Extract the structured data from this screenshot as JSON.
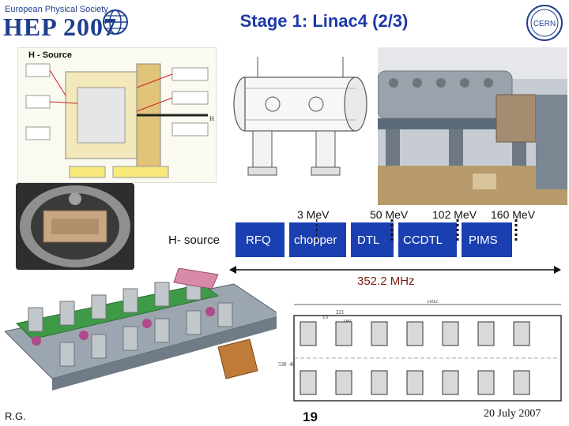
{
  "header": {
    "org_small": "European Physical Society",
    "conference": "HEP 2007",
    "title": "Stage 1: Linac4 (2/3)",
    "cern_logo": "CERN"
  },
  "schematic": {
    "source_label": "H - Source",
    "source_beam_label": "H"
  },
  "beamline": {
    "source_label": "H- source",
    "stages": [
      "RFQ",
      "chopper",
      "DTL",
      "CCDTL",
      "PIMS"
    ],
    "energies": [
      "3 MeV",
      "50 MeV",
      "102 MeV",
      "160 MeV"
    ],
    "frequency": "352.2 MHz",
    "colors": {
      "box": "#1a3fb0",
      "freq": "#7a1c14"
    }
  },
  "cavity": {
    "dim_top": "1692",
    "dim_a": "221",
    "dim_b": "15",
    "dim_c": "180",
    "dim_left": "530",
    "dim_left2": "40"
  },
  "footer": {
    "author": "R.G.",
    "page": "19",
    "date": "20 July 2007"
  }
}
